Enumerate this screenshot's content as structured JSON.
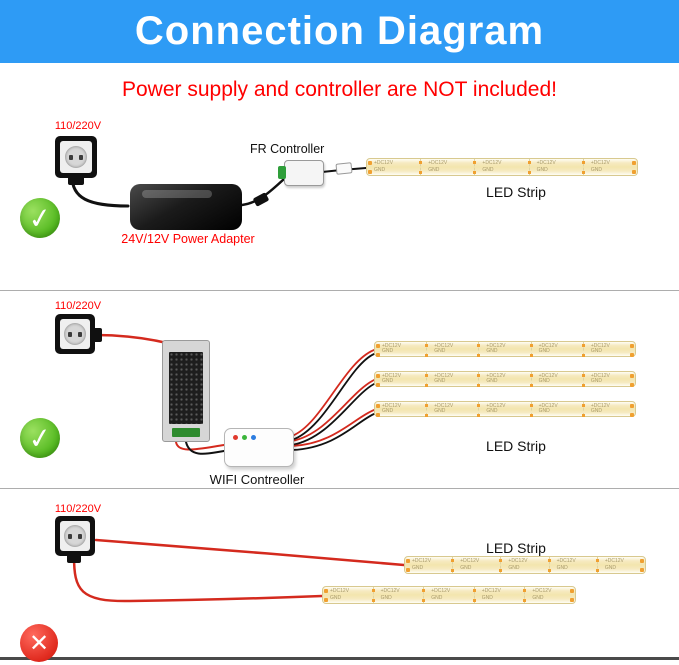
{
  "header": {
    "title": "Connection Diagram"
  },
  "warning": {
    "text": "Power supply and controller are NOT included!"
  },
  "strip": {
    "pos_label": "+DC12V",
    "neg_label": "GND"
  },
  "icons": {
    "check": "✓",
    "cross": "✕"
  },
  "colors": {
    "banner_bg": "#2E9BF5",
    "banner_text": "#FFFFFF",
    "warning_red": "#FF0000",
    "check_green": "#52B81E",
    "cross_red": "#E02A1E",
    "wire_black": "#111111",
    "wire_red": "#D42A1E",
    "strip_yellow": "#F3E5AE",
    "pad_orange": "#F0A030"
  },
  "sections": [
    {
      "voltage_label": "110/220V",
      "controller_label": "FR Controller",
      "adapter_label": "24V/12V Power Adapter",
      "strip_label": "LED Strip",
      "status": "check"
    },
    {
      "voltage_label": "110/220V",
      "controller_label": "WIFI Contreoller",
      "strip_label": "LED Strip",
      "status": "check"
    },
    {
      "voltage_label": "110/220V",
      "strip_label": "LED Strip",
      "status": "cross"
    }
  ]
}
